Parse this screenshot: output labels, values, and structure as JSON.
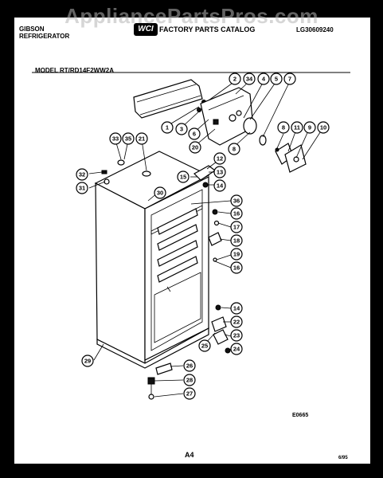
{
  "watermark": "AppliancePartsPros.com",
  "header": {
    "brand": "GIBSON",
    "product": "REFRIGERATOR",
    "catalog_title": "FACTORY PARTS CATALOG",
    "logo_text": "WCI",
    "document_number": "LG30609240"
  },
  "model_line": "MODEL RT/RD14F2WW2A",
  "figure_reference": "E0665",
  "page_number": "A4",
  "date_code": "6/95",
  "callouts": [
    "1",
    "2",
    "3",
    "34",
    "4",
    "5",
    "7",
    "6",
    "8",
    "20",
    "8",
    "11",
    "9",
    "10",
    "33",
    "35",
    "21",
    "12",
    "32",
    "31",
    "15",
    "13",
    "14",
    "30",
    "36",
    "16",
    "17",
    "18",
    "19",
    "16",
    "29",
    "14",
    "22",
    "23",
    "24",
    "25",
    "26",
    "28",
    "27"
  ]
}
